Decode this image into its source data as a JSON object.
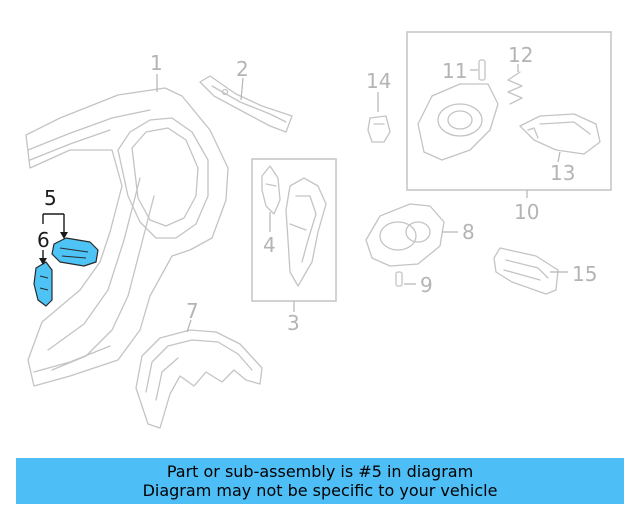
{
  "callouts": {
    "c1": "1",
    "c2": "2",
    "c3": "3",
    "c4": "4",
    "c5": "5",
    "c6": "6",
    "c7": "7",
    "c8": "8",
    "c9": "9",
    "c10": "10",
    "c11": "11",
    "c12": "12",
    "c13": "13",
    "c14": "14",
    "c15": "15"
  },
  "highlighted_parts": [
    "5",
    "6"
  ],
  "colors": {
    "highlight": "#4ec3f5",
    "banner": "#4ebef6",
    "line": "#c4c4c4"
  },
  "banner": {
    "line1": "Part or sub-assembly is #5 in diagram",
    "line2": "Diagram may not be specific to your vehicle"
  }
}
